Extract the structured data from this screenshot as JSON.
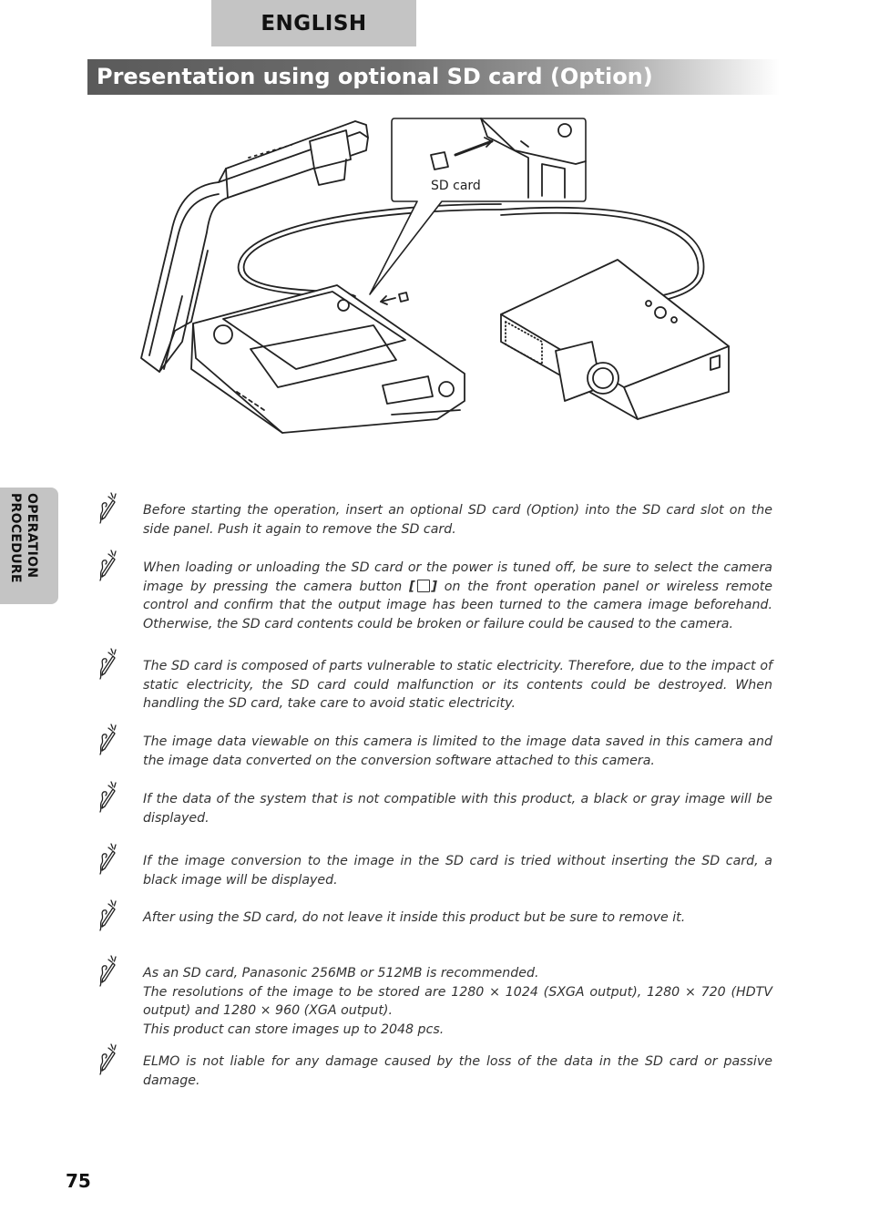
{
  "header": {
    "language": "ENGLISH",
    "title": "Presentation using optional SD card (Option)"
  },
  "illustration": {
    "callout_label": "SD card"
  },
  "side_tab": {
    "line1": "OPERATION",
    "line2": "PROCEDURE"
  },
  "notes": [
    {
      "text": "Before starting the operation, insert an optional SD card (Option) into the SD card slot on the side panel. Push it again to remove the SD card."
    },
    {
      "before": "When loading or unloading the SD card or the power is tuned off, be sure to select the camera image by pressing the camera button ",
      "open": "[",
      "close": "]",
      "after": " on the front operation panel or wireless remote control and confirm that the output image has been turned to the camera image beforehand. Otherwise, the SD card contents could be broken or failure could be caused to the camera."
    },
    {
      "text": "The SD card is composed of parts vulnerable to static electricity. Therefore, due to the impact of static electricity, the SD card could malfunction or its contents could be destroyed. When handling the SD card, take care to avoid static electricity."
    },
    {
      "text": "The image data viewable on this camera is limited to the image data saved in this camera and the image data converted on the conversion software attached to this camera."
    },
    {
      "text": "If the data of the system that is not compatible with this product, a black or gray image will be displayed."
    },
    {
      "text": "If the image conversion to the image in the SD card is tried without inserting the SD card, a black image will be displayed."
    },
    {
      "text": "After using the SD card, do not leave it inside this product but be sure to remove it."
    },
    {
      "lines": [
        "As an SD card, Panasonic 256MB or 512MB is recommended.",
        "The resolutions of the image to be stored are 1280 × 1024 (SXGA output), 1280 × 720 (HDTV output) and 1280 × 960 (XGA output).",
        "This product can store images up to 2048 pcs."
      ]
    },
    {
      "text": "ELMO is not liable for any damage caused by the loss of the data in the SD card or passive damage."
    }
  ],
  "page_number": "75"
}
